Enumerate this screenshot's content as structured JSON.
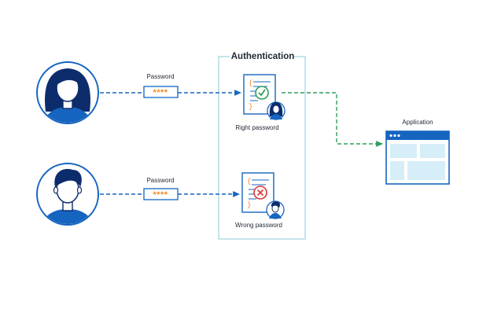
{
  "auth_box": {
    "title": "Authentication"
  },
  "users": [
    {
      "id": "woman",
      "password_label": "Password",
      "password_value": "****"
    },
    {
      "id": "man",
      "password_label": "Password",
      "password_value": "****"
    }
  ],
  "documents": [
    {
      "status": "right",
      "caption": "Right password"
    },
    {
      "status": "wrong",
      "caption": "Wrong password"
    }
  ],
  "application": {
    "label": "Application"
  },
  "colors": {
    "primary_blue": "#1565c0",
    "box_border": "#b5dde6",
    "success_green": "#2e9e5a",
    "error_red": "#d93636",
    "password_orange": "#f08a24",
    "app_panel": "#d6eef8"
  },
  "icons": [
    "woman-avatar-icon",
    "man-avatar-icon",
    "check-icon",
    "cross-icon",
    "browser-window-icon"
  ]
}
